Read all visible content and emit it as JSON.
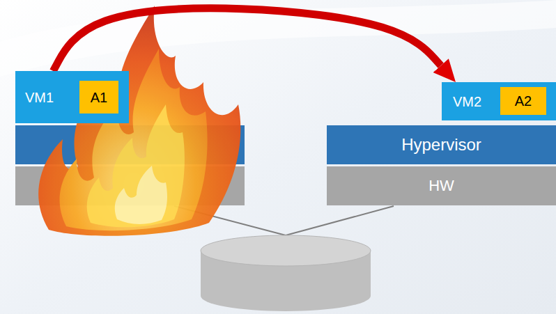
{
  "diagram": {
    "nodes": [
      {
        "text": [
          "VM1"
        ]
      },
      {
        "text": [
          "A1"
        ],
        "in": 0
      },
      {
        "text": [
          "VM2"
        ]
      },
      {
        "text": [
          "A2"
        ],
        "in": 2
      },
      {
        "text": [
          "Hypervisor"
        ]
      },
      {
        "text": [
          "HW"
        ]
      }
    ],
    "edges": [
      {
        "from": 0,
        "to": 2,
        "arrow": "to"
      }
    ]
  }
}
